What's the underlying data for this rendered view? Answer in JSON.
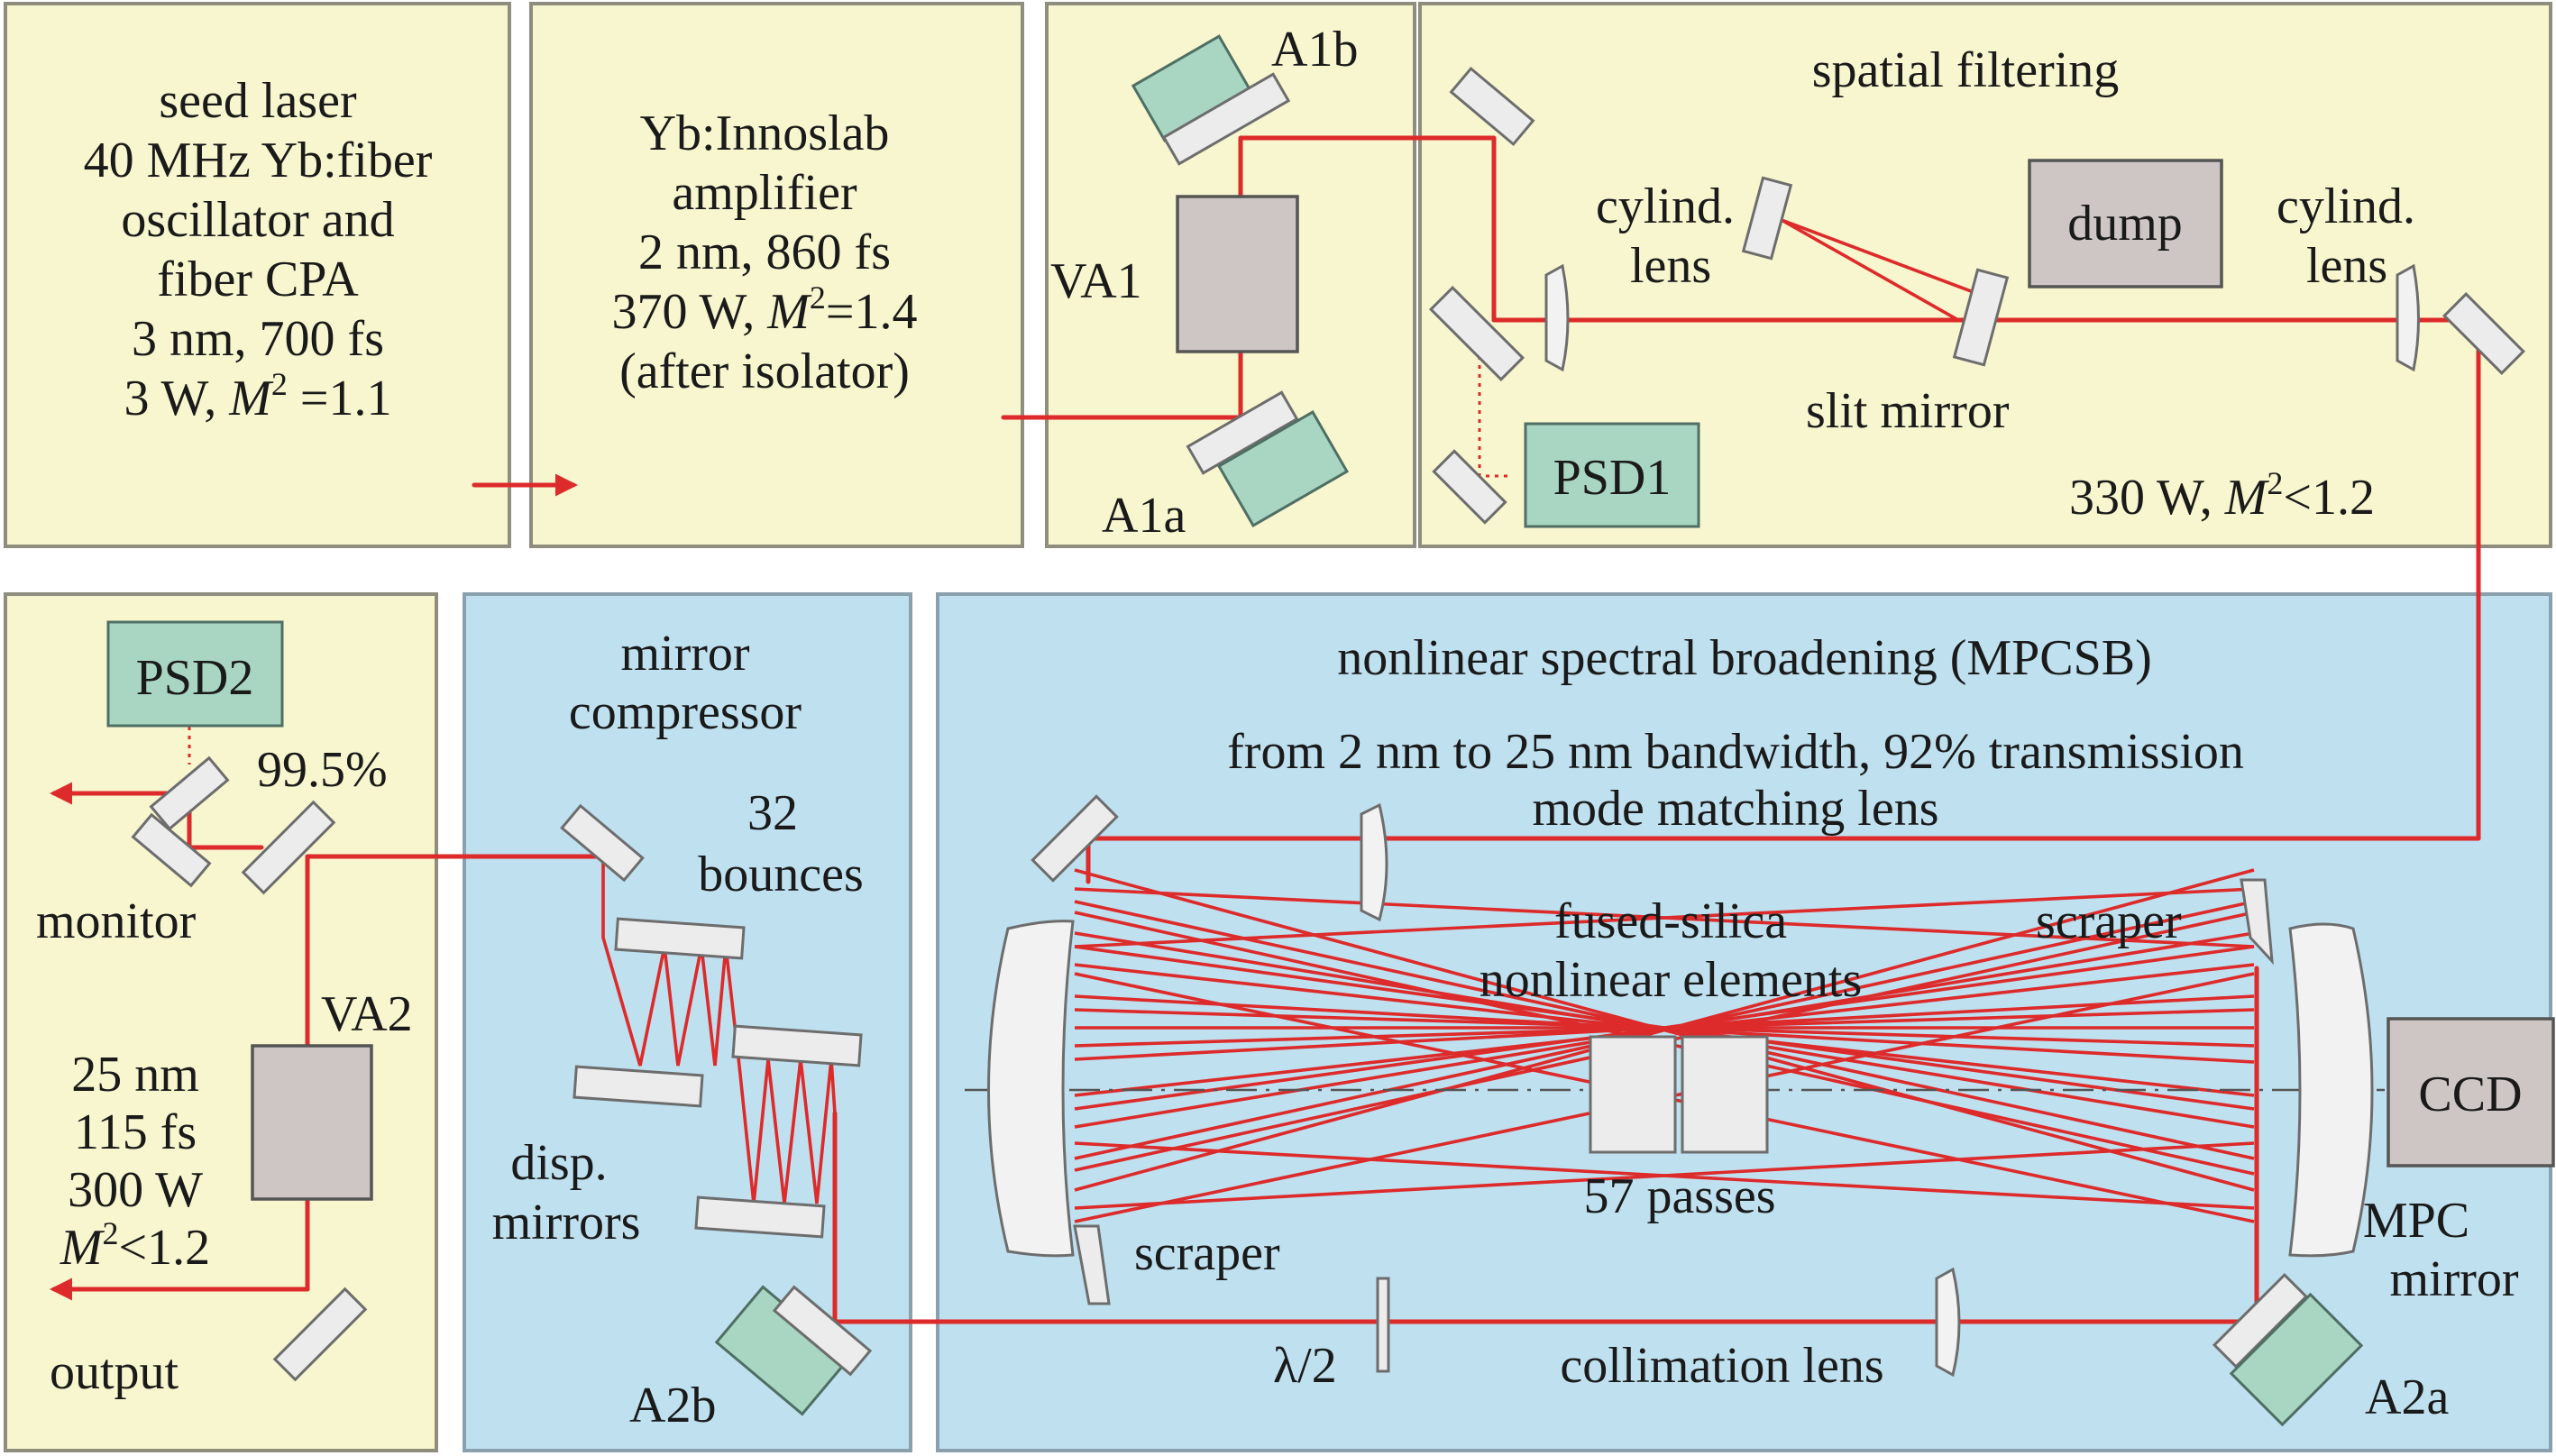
{
  "seed": {
    "l1": "seed laser",
    "l2": "40 MHz Yb:fiber",
    "l3": "oscillator and",
    "l4": "fiber CPA",
    "l5": "3 nm, 700 fs",
    "l6a": "3 W, ",
    "l6b": "M",
    "l6c": "2",
    "l6d": " =1.1"
  },
  "amp": {
    "l1": "Yb:Innoslab",
    "l2": "amplifier",
    "l3": "2 nm, 860 fs",
    "l4a": "370 W, ",
    "l4b": "M",
    "l4c": "2",
    "l4d": "=1.4",
    "l5": "(after isolator)"
  },
  "va1": {
    "label": "VA1",
    "a1b": "A1b",
    "a1a": "A1a"
  },
  "spatial": {
    "title": "spatial filtering",
    "cyl1a": "cylind.",
    "cyl1b": "lens",
    "dump": "dump",
    "cyl2a": "cylind.",
    "cyl2b": "lens",
    "slit": "slit mirror",
    "psd1": "PSD1",
    "pwr_a": "330 W, ",
    "pwr_b": "M",
    "pwr_c": "2",
    "pwr_d": "<1.2"
  },
  "output_box": {
    "psd2": "PSD2",
    "pct": "99.5%",
    "monitor": "monitor",
    "va2": "VA2",
    "s1": "25 nm",
    "s2": "115 fs",
    "s3": "300 W",
    "s4a": "M",
    "s4b": "2",
    "s4c": "<1.2",
    "output": "output"
  },
  "compressor": {
    "t1": "mirror",
    "t2": "compressor",
    "b1": "32",
    "b2": "bounces",
    "d1": "disp.",
    "d2": "mirrors",
    "a2b": "A2b"
  },
  "mpc": {
    "title": "nonlinear spectral broadening (MPCSB)",
    "line2": "from 2 nm to 25 nm bandwidth, 92% transmission",
    "mml": "mode matching lens",
    "fused1": "fused-silica",
    "fused2": "nonlinear elements",
    "scraper_top": "scraper",
    "scraper_bot": "scraper",
    "passes": "57 passes",
    "ccd": "CCD",
    "mpc1": "MPC",
    "mpc2": "mirror",
    "halfwave": "λ/2",
    "coll": "collimation lens",
    "a2a": "A2a"
  },
  "colors": {
    "beam": "#dd2a2a",
    "yellow_box": "#f8f6cf",
    "blue_box": "#bfe0ef",
    "green_element": "#a9d6c2",
    "grey_element": "#cdc6c4"
  }
}
